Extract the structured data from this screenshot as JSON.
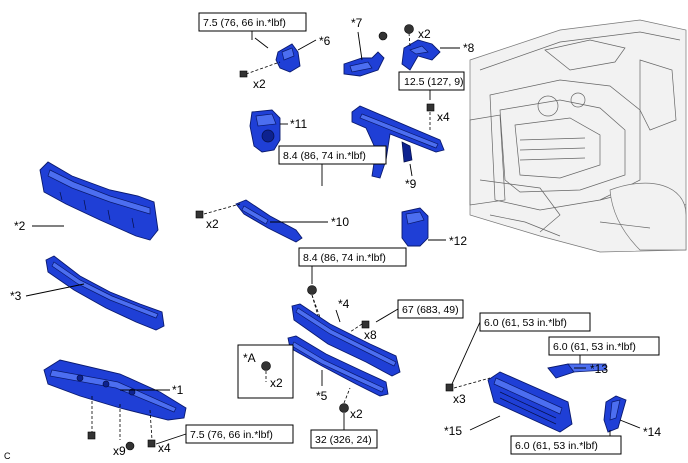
{
  "parts": {
    "p1": "*1",
    "p2": "*2",
    "p3": "*3",
    "p4": "*4",
    "p5": "*5",
    "p6": "*6",
    "p7": "*7",
    "p8": "*8",
    "p9": "*9",
    "p10": "*10",
    "p11": "*11",
    "p12": "*12",
    "p13": "*13",
    "p14": "*14",
    "p15": "*15"
  },
  "callouts": {
    "a": "*A"
  },
  "torque": {
    "t_top_left": "7.5 (76, 66 in.*lbf)",
    "t_top_right": "12.5 (127, 9)",
    "t_mid_upper": "8.4 (86, 74 in.*lbf)",
    "t_mid_lower": "8.4 (86, 74 in.*lbf)",
    "t_67": "67 (683, 49)",
    "t_bottom_left": "7.5 (76, 66 in.*lbf)",
    "t_32": "32 (326, 24)",
    "t_60a": "6.0 (61, 53 in.*lbf)",
    "t_60b": "6.0 (61, 53 in.*lbf)",
    "t_60c": "6.0 (61, 53 in.*lbf)"
  },
  "qty": {
    "q_x2_6": "x2",
    "q_x2_8": "x2",
    "q_x4_top": "x4",
    "q_x2_10": "x2",
    "q_x8": "x8",
    "q_x2_A": "x2",
    "q_x2_32": "x2",
    "q_x3": "x3",
    "q_x9": "x9",
    "q_x4_bot": "x4"
  },
  "corner_mark": "C"
}
